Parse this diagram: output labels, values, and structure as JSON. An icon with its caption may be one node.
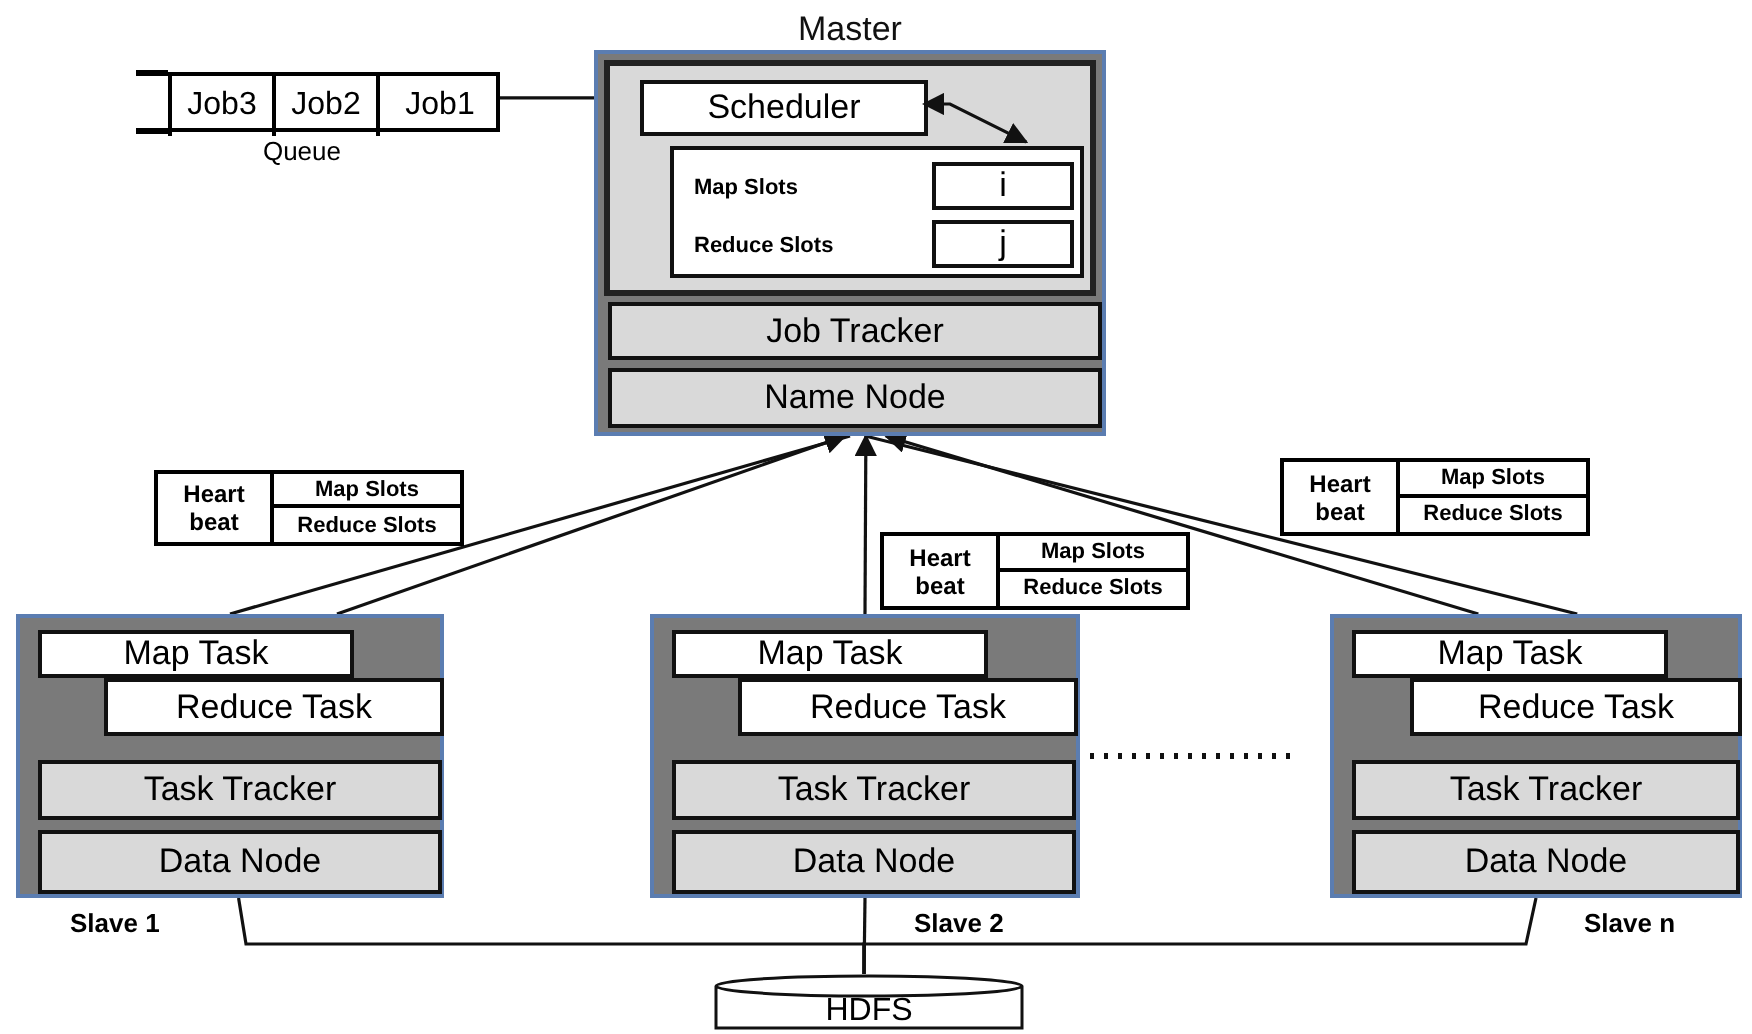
{
  "diagram": {
    "nodes": [
      {
        "text": [
          "Master"
        ]
      },
      {
        "text": [
          "Queue"
        ]
      },
      {
        "text": [
          "Job3"
        ],
        "in": 1
      },
      {
        "text": [
          "Job2"
        ],
        "in": 1
      },
      {
        "text": [
          "Job1"
        ],
        "in": 1
      },
      {
        "text": [
          "Scheduler"
        ],
        "in": 0
      },
      {
        "text": [
          "Map Slots",
          "Reduce Slots"
        ],
        "in": 0
      },
      {
        "text": [
          "i"
        ],
        "in": 6
      },
      {
        "text": [
          "j"
        ],
        "in": 6
      },
      {
        "text": [
          "Job Tracker"
        ],
        "in": 0
      },
      {
        "text": [
          "Name Node"
        ],
        "in": 0
      },
      {
        "text": [],
        "shape": "box",
        "beside": [
          "Slave 1"
        ]
      },
      {
        "text": [
          "Map Task"
        ],
        "in": 11
      },
      {
        "text": [
          "Reduce Task"
        ],
        "in": 11
      },
      {
        "text": [
          "Task Tracker"
        ],
        "in": 11
      },
      {
        "text": [
          "Data Node"
        ],
        "in": 11
      },
      {
        "text": [],
        "shape": "box",
        "beside": [
          "Slave 2"
        ]
      },
      {
        "text": [
          "Map Task"
        ],
        "in": 16
      },
      {
        "text": [
          "Reduce Task"
        ],
        "in": 16
      },
      {
        "text": [
          "Task Tracker"
        ],
        "in": 16
      },
      {
        "text": [
          "Data Node"
        ],
        "in": 16
      },
      {
        "text": [],
        "shape": "box",
        "beside": [
          "Slave n"
        ]
      },
      {
        "text": [
          "Map Task"
        ],
        "in": 21
      },
      {
        "text": [
          "Reduce Task"
        ],
        "in": 21
      },
      {
        "text": [
          "Task Tracker"
        ],
        "in": 21
      },
      {
        "text": [
          "Data Node"
        ],
        "in": 21
      },
      {
        "text": [
          "HDFS"
        ]
      },
      {
        "text": [
          "Heart beat",
          "Map Slots",
          "Reduce Slots"
        ]
      },
      {
        "text": [
          "Heart beat",
          "Map Slots",
          "Reduce Slots"
        ]
      },
      {
        "text": [
          "Heart beat",
          "Map Slots",
          "Reduce Slots"
        ]
      }
    ],
    "edges": [
      {
        "from": 1,
        "to": 0,
        "arrow": "none"
      },
      {
        "from": 11,
        "to": 0,
        "arrow": "none"
      },
      {
        "from": 11,
        "to": 0,
        "arrow": "to"
      },
      {
        "from": 16,
        "to": 0,
        "arrow": "to"
      },
      {
        "from": 21,
        "to": 0,
        "arrow": "to"
      },
      {
        "from": 21,
        "to": 0,
        "arrow": "none"
      },
      {
        "from": 5,
        "to": 6,
        "arrow": "both"
      },
      {
        "from": 11,
        "to": 26,
        "arrow": "none"
      },
      {
        "from": 16,
        "to": 26,
        "arrow": "none"
      },
      {
        "from": 21,
        "to": 26,
        "arrow": "none"
      }
    ]
  }
}
